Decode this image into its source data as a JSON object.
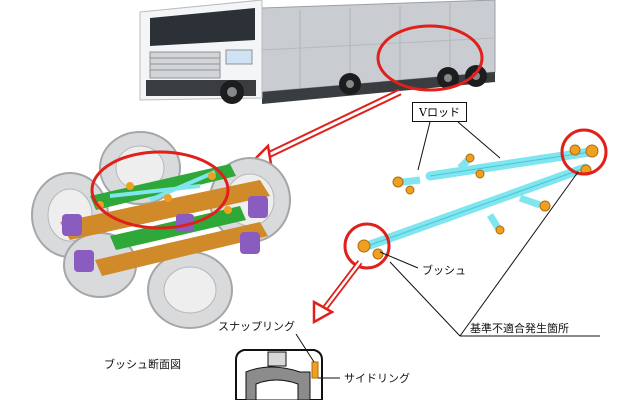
{
  "labels": {
    "v_rod": "Vロッド",
    "bush": "ブッシュ",
    "defect_location": "基準不適合発生箇所",
    "snap_ring": "スナップリング",
    "bush_cross_section": "ブッシュ断面図",
    "side_ring": "サイドリング"
  },
  "colors": {
    "highlight_red": "#e0201b",
    "rod_cyan": "#7fe6f0",
    "bush_orange": "#f0a020",
    "suspension_green": "#2fa83a",
    "suspension_purple": "#8a5cc0",
    "axle_orange": "#d08a2a"
  },
  "icons": [
    "truck-image",
    "suspension-assembly-image",
    "v-rod-diagram",
    "bush-cross-section-image"
  ]
}
